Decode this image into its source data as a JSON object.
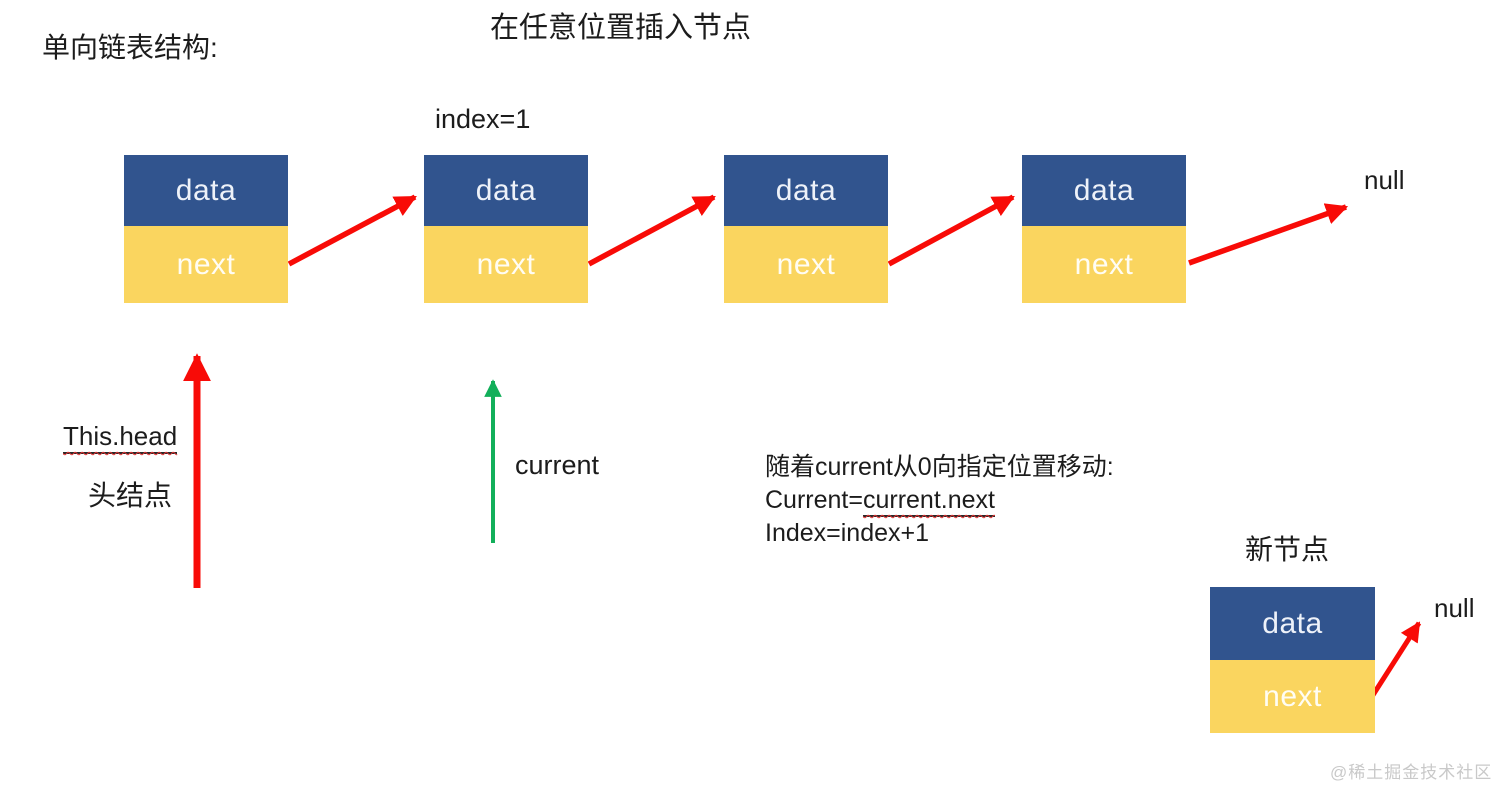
{
  "colors": {
    "node_blue": "#31548E",
    "node_yellow": "#FAD55F",
    "arrow_red": "#F80B07",
    "arrow_green": "#12AF5A",
    "text_dark": "#1C1C1C",
    "underline_wavy_red": "#E03131",
    "watermark_gray": "#C9C9C9"
  },
  "titles": {
    "left": "单向链表结构:",
    "center": "在任意位置插入节点"
  },
  "chain": {
    "index_label": "index=1",
    "null_label": "null",
    "nodes": [
      {
        "data_label": "data",
        "next_label": "next"
      },
      {
        "data_label": "data",
        "next_label": "next"
      },
      {
        "data_label": "data",
        "next_label": "next"
      },
      {
        "data_label": "data",
        "next_label": "next"
      }
    ]
  },
  "head_pointer": {
    "label_en": "This.head",
    "label_zh": "头结点"
  },
  "current_pointer": {
    "label": "current"
  },
  "explanation": {
    "line1": "随着current从0向指定位置移动:",
    "line2_prefix": "Current=",
    "line2_link": "current.next",
    "line3": "Index=index+1"
  },
  "new_node": {
    "title": "新节点",
    "node": {
      "data_label": "data",
      "next_label": "next"
    },
    "null_label": "null"
  },
  "watermark": "@稀土掘金技术社区"
}
